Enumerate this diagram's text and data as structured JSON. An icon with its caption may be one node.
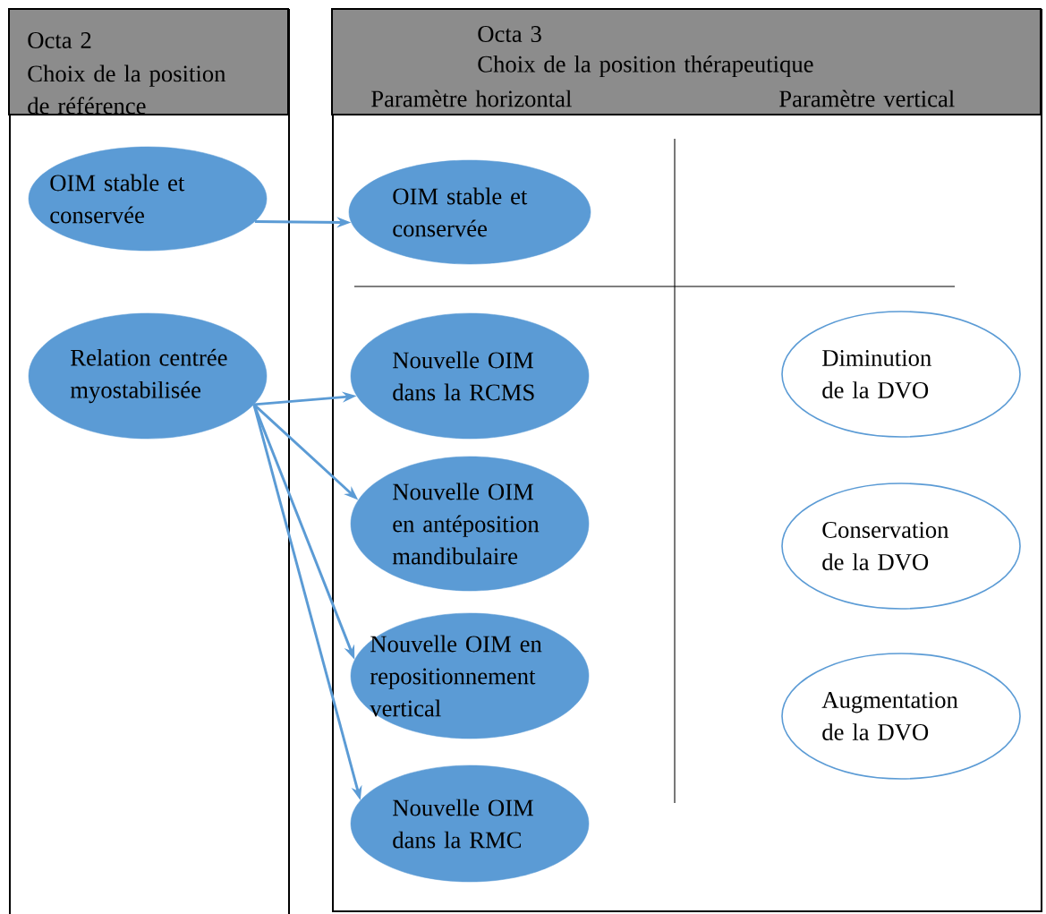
{
  "diagram": {
    "nodes": [
      {
        "text": [
          "Octa 2",
          "Choix de la position de référence"
        ]
      },
      {
        "text": [
          "Octa 3",
          "Choix de la position thérapeutique",
          "Paramètre horizontal",
          "Paramètre vertical"
        ]
      },
      {
        "text": [
          "OIM stable et conservée"
        ],
        "in": 0
      },
      {
        "text": [
          "Relation centrée myostabilisée"
        ],
        "in": 0
      },
      {
        "text": [
          "OIM stable et conservée"
        ],
        "in": 1
      },
      {
        "text": [
          "Nouvelle OIM dans la RCMS"
        ],
        "in": 1
      },
      {
        "text": [
          "Nouvelle OIM en antéposition mandibulaire"
        ],
        "in": 1
      },
      {
        "text": [
          "Nouvelle OIM en repositionnement vertical"
        ],
        "in": 1
      },
      {
        "text": [
          "Nouvelle OIM dans la RMC"
        ],
        "in": 1
      },
      {
        "text": [
          "Diminution de la DVO"
        ],
        "in": 1
      },
      {
        "text": [
          "Conservation de la DVO"
        ],
        "in": 1
      },
      {
        "text": [
          "Augmentation de la DVO"
        ],
        "in": 1
      }
    ],
    "edges": [
      {
        "from": 2,
        "to": 4,
        "arrow": "to"
      },
      {
        "from": 3,
        "to": 5,
        "arrow": "to"
      },
      {
        "from": 3,
        "to": 6,
        "arrow": "to"
      },
      {
        "from": 3,
        "to": 7,
        "arrow": "to"
      },
      {
        "from": 3,
        "to": 8,
        "arrow": "to"
      }
    ]
  }
}
